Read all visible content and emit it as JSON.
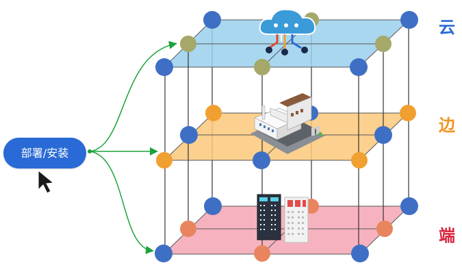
{
  "deploy_button": {
    "label": "部署/安装"
  },
  "layers": {
    "cloud": {
      "label": "云",
      "color": "#2a6ad6"
    },
    "edge": {
      "label": "边",
      "color": "#f2941f"
    },
    "end": {
      "label": "端",
      "color": "#d9243f"
    }
  },
  "plane_colors": {
    "cloud": "#9ad0ec",
    "edge": "#fcc87a",
    "end": "#f5a6b4"
  },
  "node_colors": {
    "blue": "#3f6fc4",
    "orange": "#f0a030",
    "coral": "#e8855e",
    "olive": "#a6a86a"
  },
  "arrow_color": "#1aa23a",
  "icons": {
    "cloud": "cloud-computing-icon",
    "edge": "factory-building-icon",
    "end": "device-cabinets-icon",
    "cursor": "mouse-pointer-icon"
  }
}
